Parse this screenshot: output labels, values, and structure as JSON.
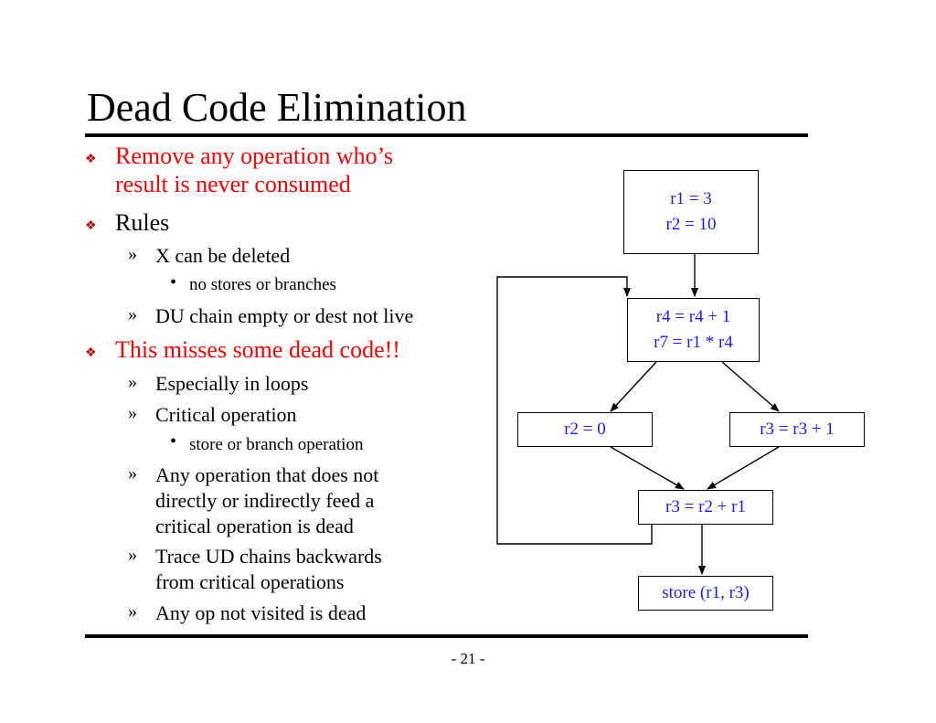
{
  "slide": {
    "title": "Dead Code Elimination",
    "page_number": "- 21 -"
  },
  "bullets": {
    "b1_line1": "Remove any operation who’s",
    "b1_line2": "result is never consumed",
    "b2": "Rules",
    "b2_s1": "X can be deleted",
    "b2_s1_a": "no stores or branches",
    "b2_s2": "DU chain empty or dest not live",
    "b3": "This misses some dead code!!",
    "b3_s1": "Especially in loops",
    "b3_s2": "Critical operation",
    "b3_s2_a": "store or branch operation",
    "b3_s3_line1": "Any operation that does not",
    "b3_s3_line2": "directly or indirectly feed a",
    "b3_s3_line3": "critical operation is dead",
    "b3_s4_line1": "Trace UD chains backwards",
    "b3_s4_line2": "from critical operations",
    "b3_s5": "Any op not visited is dead"
  },
  "flowgraph": {
    "block1_line1": "r1 = 3",
    "block1_line2": "r2 = 10",
    "block2_line1": "r4 = r4 + 1",
    "block2_line2": "r7 = r1 * r4",
    "block3": "r2 = 0",
    "block4": "r3 = r3 + 1",
    "block5": "r3 = r2 + r1",
    "block6": "store (r1, r3)"
  },
  "colors": {
    "emphasis": "#ff0000",
    "code": "#1a1aff"
  }
}
